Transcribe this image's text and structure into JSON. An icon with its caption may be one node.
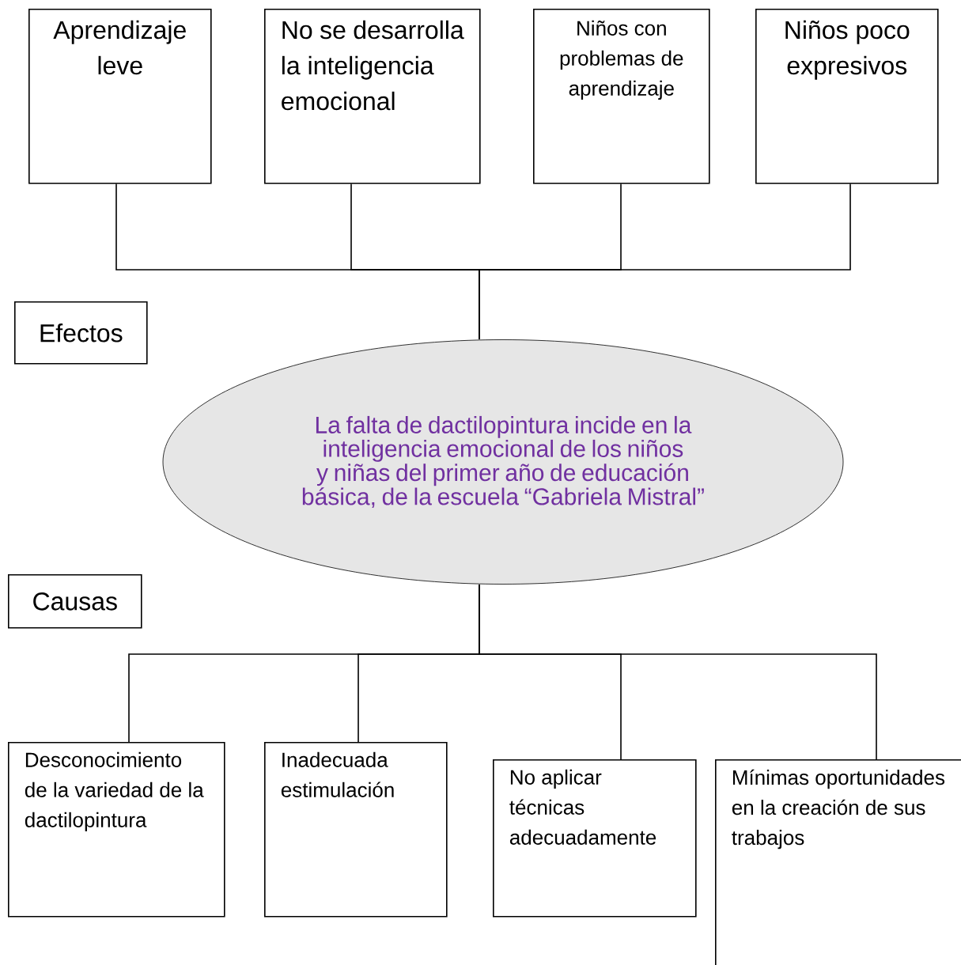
{
  "diagram": {
    "nodes": [
      {
        "text": [
          "Aprendizaje leve"
        ]
      },
      {
        "text": [
          "No se desarrolla la inteligencia emocional"
        ]
      },
      {
        "text": [
          "Niños con problemas de aprendizaje"
        ]
      },
      {
        "text": [
          "Niños poco expresivos"
        ]
      },
      {
        "text": [
          "Efectos"
        ]
      },
      {
        "text": [
          "La falta de dactilopintura incide en la inteligencia emocional de los niños y niñas del primer año de educación básica, de la escuela “Gabriela Mistral”"
        ]
      },
      {
        "text": [
          "Causas"
        ]
      },
      {
        "text": [
          "Desconocimiento de la variedad de la dactilopintura"
        ]
      },
      {
        "text": [
          "Inadecuada estimulación"
        ]
      },
      {
        "text": [
          "No aplicar técnicas adecuadamente"
        ]
      },
      {
        "text": [
          "Mínimas oportunidades en la creación de sus trabajos"
        ]
      }
    ],
    "edges": [
      {
        "from": 5,
        "to": 0,
        "arrow": "none"
      },
      {
        "from": 5,
        "to": 1,
        "arrow": "none"
      },
      {
        "from": 5,
        "to": 2,
        "arrow": "none"
      },
      {
        "from": 5,
        "to": 3,
        "arrow": "none"
      },
      {
        "from": 5,
        "to": 7,
        "arrow": "none"
      },
      {
        "from": 5,
        "to": 8,
        "arrow": "none"
      },
      {
        "from": 5,
        "to": 9,
        "arrow": "none"
      },
      {
        "from": 5,
        "to": 10,
        "arrow": "none"
      }
    ]
  }
}
